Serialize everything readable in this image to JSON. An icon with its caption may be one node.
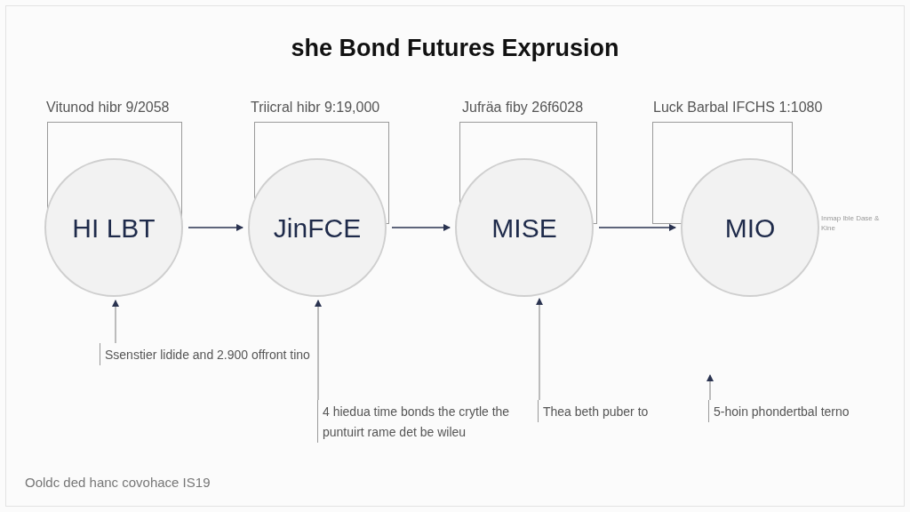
{
  "diagram": {
    "title": "she Bond Futures Exprusion",
    "nodes": [
      {
        "text": [
          "HI LBT"
        ],
        "beside": [
          "Vitunod hibr 9/2058"
        ]
      },
      {
        "text": [
          "JinFCE"
        ],
        "beside": [
          "Triicral hibr 9:19,000"
        ]
      },
      {
        "text": [
          "MISE"
        ],
        "beside": [
          "Jufräa fiby 26f6028"
        ]
      },
      {
        "text": [
          "MIO"
        ],
        "beside": [
          "Luck Barbal IFCHS 1:1080",
          "Inmap lble Dase & Kine"
        ]
      },
      {
        "text": [
          "Ssenstier lidide and 2.900 offront tino"
        ]
      },
      {
        "text": [
          "4 hiedua time bonds the crytle the puntuirt rame det be wileu"
        ]
      },
      {
        "text": [
          "Thea beth puber to"
        ]
      },
      {
        "text": [
          "5-hoin phondertbal terno"
        ]
      }
    ],
    "edges": [
      {
        "from": 0,
        "to": 1,
        "arrow": "to",
        "color": "#2a3350"
      },
      {
        "from": 1,
        "to": 2,
        "arrow": "to",
        "color": "#2a3350"
      },
      {
        "from": 2,
        "to": 3,
        "arrow": "to",
        "color": "#2a3350"
      },
      {
        "from": 4,
        "to": 0,
        "arrow": "to"
      },
      {
        "from": 5,
        "to": 1,
        "arrow": "to"
      },
      {
        "from": 6,
        "to": 2,
        "arrow": "to"
      },
      {
        "from": 7,
        "to": null,
        "arrow": "to"
      }
    ],
    "labels": [
      "Ooldc ded hanc covohace IS19"
    ]
  }
}
